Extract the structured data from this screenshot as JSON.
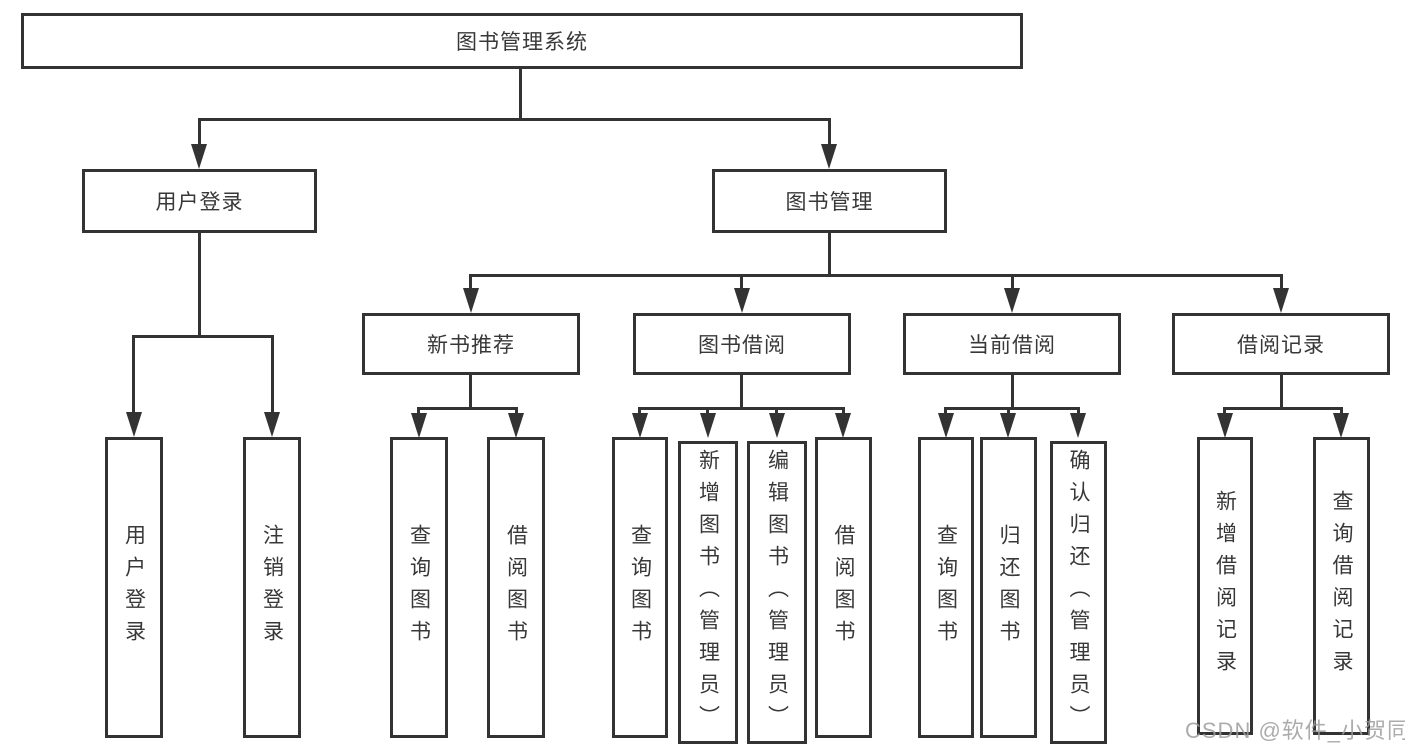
{
  "watermark": "CSDN @软件_小贺同学",
  "colors": {
    "line": "#333333",
    "text": "#383838",
    "background": "#ffffff",
    "watermark": "#9e9e9e"
  },
  "tree": {
    "root": {
      "label": "图书管理系统"
    },
    "branches": [
      {
        "label": "用户登录",
        "children": [
          {
            "label": "用户登录"
          },
          {
            "label": "注销登录"
          }
        ]
      },
      {
        "label": "图书管理",
        "children": [
          {
            "label": "新书推荐",
            "children": [
              {
                "label": "查询图书"
              },
              {
                "label": "借阅图书"
              }
            ]
          },
          {
            "label": "图书借阅",
            "children": [
              {
                "label": "查询图书"
              },
              {
                "label": "新增图书（管理员）"
              },
              {
                "label": "编辑图书（管理员）"
              },
              {
                "label": "借阅图书"
              }
            ]
          },
          {
            "label": "当前借阅",
            "children": [
              {
                "label": "查询图书"
              },
              {
                "label": "归还图书"
              },
              {
                "label": "确认归还（管理员）"
              }
            ]
          },
          {
            "label": "借阅记录",
            "children": [
              {
                "label": "新增借阅记录"
              },
              {
                "label": "查询借阅记录"
              }
            ]
          }
        ]
      }
    ]
  }
}
